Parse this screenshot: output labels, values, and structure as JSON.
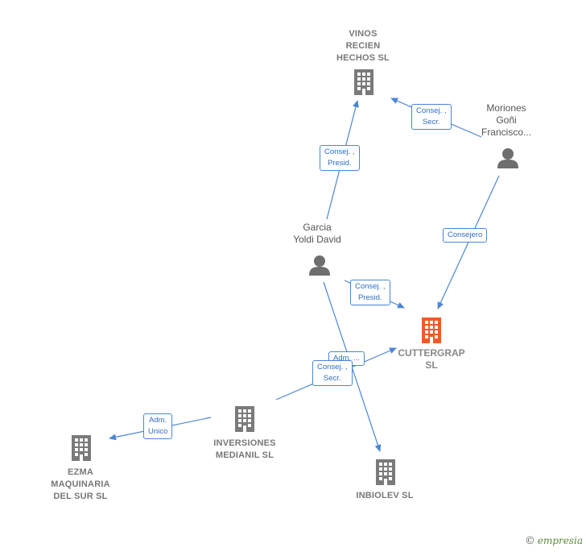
{
  "nodes": {
    "vinos": {
      "label": "VINOS\nRECIEN\nHECHOS SL",
      "type": "company"
    },
    "moriones": {
      "label": "Moriones\nGoñi\nFrancisco...",
      "type": "person"
    },
    "garcia": {
      "label": "Garcia\nYoldi David",
      "type": "person"
    },
    "cuttergrap": {
      "label": "CUTTERGRAP\nSL",
      "type": "focus"
    },
    "inversiones": {
      "label": "INVERSIONES\nMEDIANIL SL",
      "type": "company"
    },
    "ezma": {
      "label": "EZMA\nMAQUINARIA\nDEL SUR SL",
      "type": "company"
    },
    "inbiolev": {
      "label": "INBIOLEV SL",
      "type": "company"
    }
  },
  "edges": {
    "moriones_vinos": "Consej. ,\nSecr.",
    "garcia_vinos": "Consej. ,\nPresid.",
    "moriones_cutter": "Consejero",
    "garcia_cutter": "Consej. ,\nPresid.",
    "garcia_inbiolev": "Adm. ...",
    "inversiones_cutter": "Consej. ,\nSecr.",
    "inversiones_ezma": "Adm.\nUnico"
  },
  "brand": {
    "copyright": "©",
    "name": "empresia"
  },
  "colors": {
    "edge": "#4a86d4",
    "company_icon": "#7a7a7a",
    "focus_icon": "#f05a28",
    "person_icon": "#6e6e6e"
  }
}
